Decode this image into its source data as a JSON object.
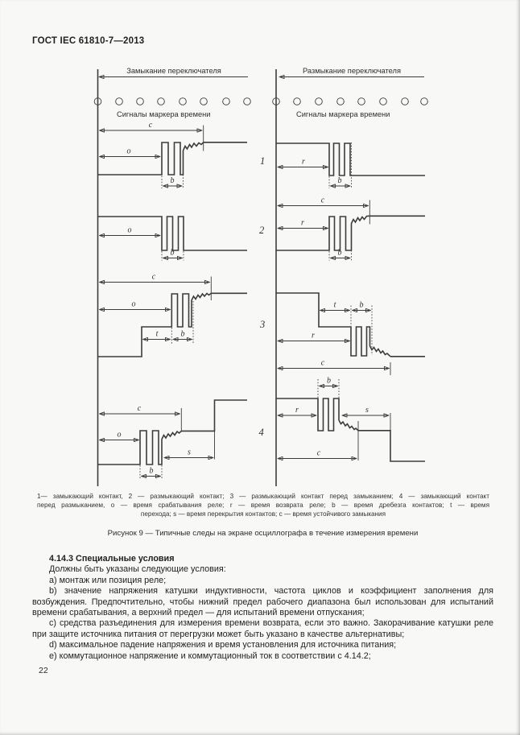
{
  "page": {
    "header": "ГОСТ IEC 61810-7—2013",
    "number": "22"
  },
  "figure": {
    "left_title": "Замыкание переключателя",
    "right_title": "Размыкание переключателя",
    "marker_signals_label": "Сигналы маркера времени",
    "row_numbers": [
      "1",
      "2",
      "3",
      "4"
    ],
    "symbols": {
      "c": "c",
      "o": "o",
      "b": "b",
      "r": "r",
      "t": "t",
      "s": "s"
    },
    "caption_lines": [
      "1— замыкающий контакт, 2 — размыкающий контакт; 3 — размыкающий контакт перед замыканием; 4 — замыкающий контакт",
      "перед размыканием, o — время срабатывания реле; r — время возврата реле; b — время дребезга контактов; t — время",
      "перехода; s — время перекрытия контактов; c — время устойчивого замыкания"
    ],
    "title": "Рисунок 9 — Типичные следы на экране осциллографа в течение измерения времени"
  },
  "section": {
    "heading": "4.14.3 Специальные условия",
    "paragraphs": [
      "Должны быть указаны следующие условия:",
      "a) монтаж или позиция реле;",
      "b) значение напряжения катушки индуктивности, частота циклов и коэффициент заполнения для возбуждения. Предпочтительно, чтобы нижний предел рабочего диапазона был использован для испытаний времени срабатывания, а верхний предел — для испытаний времени отпускания;",
      "c) средства разъединения для измерения времени возврата, если это важно. Закорачивание катушки реле при защите источника питания от перегрузки может быть указано в качестве альтернативы;",
      "d) максимальное падение напряжения и время установления для источника питания;",
      "e) коммутационное напряжение и коммутационный ток в соответствии с 4.14.2;"
    ]
  }
}
